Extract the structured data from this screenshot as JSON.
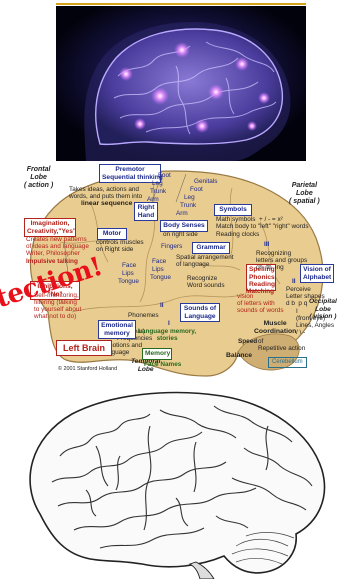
{
  "brain_map": {
    "lobes": {
      "frontal": "Frontal\nLobe\n( action )",
      "parietal": "Parietal\nLobe\n( spatial )",
      "occipital": "Occipital\nLobe\n( vision )",
      "temporal": "Temporal\nLobe"
    },
    "premotor": {
      "title": "Premotor\nSequential thinking",
      "desc": "Takes ideas, actions and\nwords, and puts them into",
      "emph": "linear sequence"
    },
    "imagination": {
      "title": "Imagination,\nCreativity,\"Yes\"",
      "desc": "Creates new patterns\nof ideas and language\nWriter, Philosopher",
      "emph": "Impulsive talking"
    },
    "inhibitions": {
      "title": "Inhibitions, \"No\"",
      "desc": "Self-monitoring,\nfiltering (talking\nto yourself about\nwhat not to do)"
    },
    "right_hand": "Right\nHand",
    "body_parts": [
      "Foot",
      "Leg",
      "Trunk",
      "Arm",
      "Genitals",
      "Foot",
      "Leg",
      "Trunk",
      "Arm",
      "Face",
      "Lips",
      "Tongue",
      "Fingers",
      "Face",
      "Lips",
      "Tongue"
    ],
    "motor": {
      "title": "Motor",
      "desc": "controls muscles\non Right side"
    },
    "body_senses": {
      "title": "Body Senses",
      "desc": "on right side"
    },
    "symbols": {
      "title": "Symbols",
      "desc": "Math symbols  + / - = x²\nMatch body to \"left\" \"right\" words\nReading clocks"
    },
    "grammar": {
      "title": "Grammar",
      "desc": "Spatial arrangement\nof language"
    },
    "recognize": "Recognize\nWord sounds",
    "spelling": "Spelling\nPhonics\nReading",
    "matching": {
      "emph": "Matching",
      "desc": "vision\nof letters with\nsounds of words"
    },
    "vision_letters": {
      "numeral": "III",
      "desc": "Recognizing\nletters and groups\nch  th  ing"
    },
    "vision_alphabet": "Vision of\nAlphabet",
    "vision_shapes": {
      "numeral": "II",
      "desc": "Perceive\nLetter shapes\nd b  p q",
      "from_eye": "I\n(from eye)\nLines, Angles\n/ \\ -"
    },
    "sounds": {
      "numeral": "II",
      "title": "Sounds of\nLanguage",
      "numeral_low": "I",
      "desc": "(from ear)\nFrequencies",
      "phonemes": "Phonemes"
    },
    "emotional": {
      "title": "Emotional\nmemory",
      "desc": "Emotions and\nlanguage"
    },
    "lang_memory": "Language memory,\nstories",
    "memory": "Memory",
    "face_names": "Face Names",
    "muscle": "Muscle\nCoordination",
    "speed": {
      "title": "Speed",
      "desc": "of\nRepetitive action"
    },
    "balance": "Balance",
    "cerebellum": "Cerebellum",
    "left_brain": "Left Brain",
    "copyright": "© 2001 Stanford Holland",
    "stamp": "tection!"
  },
  "colors": {
    "gold": "#d6a21c",
    "glow": "#c86bff",
    "brain_fill": "#e9cc90",
    "label_blue": "#1d2a8c",
    "label_red": "#b3221b",
    "label_green": "#276b1e"
  }
}
